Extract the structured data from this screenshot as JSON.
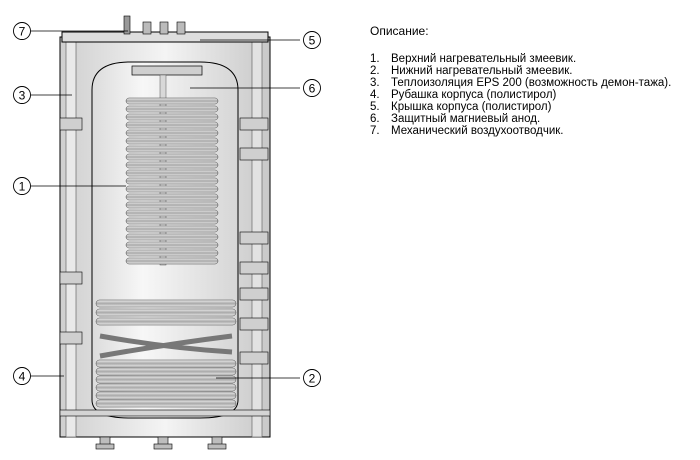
{
  "legend": {
    "title": "Описание:",
    "items": [
      {
        "num": "1.",
        "text": "Верхний нагревательный змеевик."
      },
      {
        "num": "2.",
        "text": "Нижний нагревательный змеевик."
      },
      {
        "num": "3.",
        "text": "Теплоизоляция EPS 200 (возможность демон-тажа)."
      },
      {
        "num": "4.",
        "text": "Рубашка корпуса (полистирол)"
      },
      {
        "num": "5.",
        "text": "Крышка корпуса (полистирол)"
      },
      {
        "num": "6.",
        "text": "Защитный магниевый анод."
      },
      {
        "num": "7.",
        "text": "Механический воздухоотводчик."
      }
    ]
  },
  "callouts": {
    "c1": "1",
    "c2": "2",
    "c3": "3",
    "c4": "4",
    "c5": "5",
    "c6": "6",
    "c7": "7"
  },
  "colors": {
    "line": "#000000",
    "shell": "#e6e6e6",
    "tank": "#f2f2f2",
    "coil": "#bdbdbd"
  }
}
